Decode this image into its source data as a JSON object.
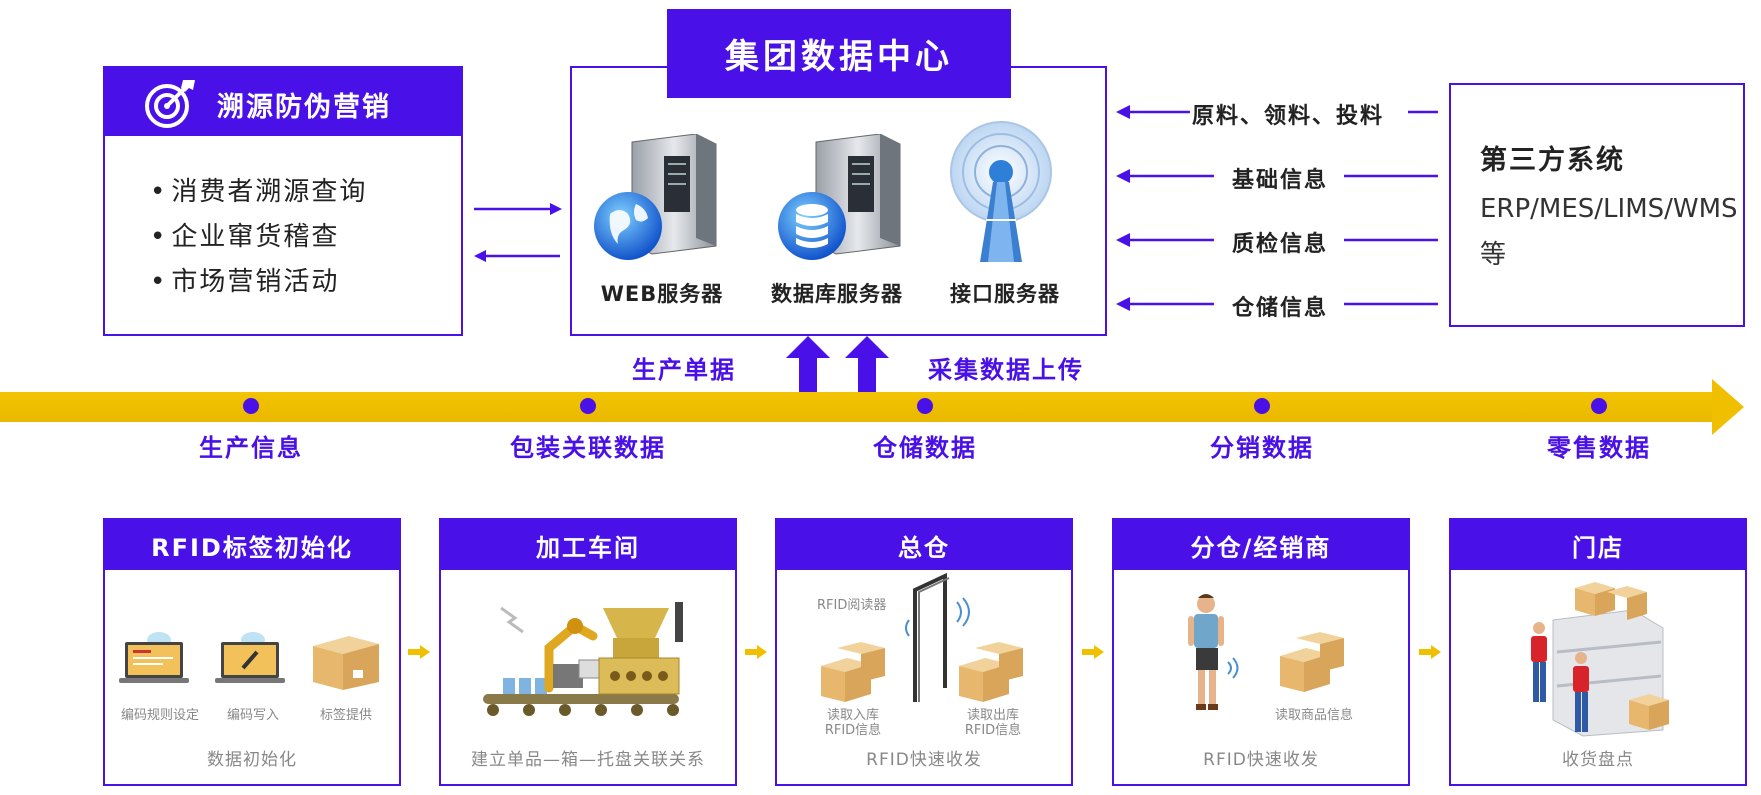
{
  "trace": {
    "title": "溯源防伪营销",
    "items": [
      "消费者溯源查询",
      "企业窜货稽查",
      "市场营销活动"
    ]
  },
  "data_center": {
    "title": "集团数据中心",
    "servers": [
      "WEB服务器",
      "数据库服务器",
      "接口服务器"
    ]
  },
  "third_party": {
    "title": "第三方系统",
    "subtitle": "ERP/MES/LIMS/WMS等",
    "flows": [
      "原料、领料、投料",
      "基础信息",
      "质检信息",
      "仓储信息"
    ]
  },
  "uploads": {
    "left": "生产单据",
    "right": "采集数据上传"
  },
  "timeline": {
    "stages": [
      "生产信息",
      "包装关联数据",
      "仓储数据",
      "分销数据",
      "零售数据"
    ]
  },
  "cards": [
    {
      "title": "RFID标签初始化",
      "footer": "数据初始化",
      "captions": [
        "编码规则设定",
        "编码写入",
        "标签提供"
      ]
    },
    {
      "title": "加工车间",
      "footer": "建立单品—箱—托盘关联关系",
      "captions": []
    },
    {
      "title": "总仓",
      "footer": "RFID快速收发",
      "captions": [
        "RFID阅读器",
        "读取入库",
        "RFID信息",
        "读取出库",
        "RFID信息"
      ]
    },
    {
      "title": "分仓/经销商",
      "footer": "RFID快速收发",
      "captions": [
        "读取商品信息"
      ]
    },
    {
      "title": "门店",
      "footer": "收货盘点",
      "captions": []
    }
  ],
  "colors": {
    "accent": "#4a10e8",
    "timeline": "#f0bf00",
    "box": "#e8b96a"
  }
}
